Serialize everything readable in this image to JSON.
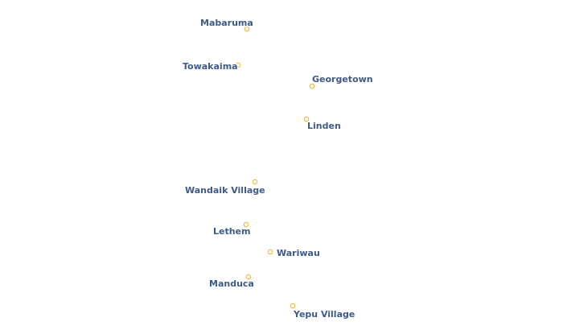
{
  "map": {
    "style": {
      "marker_color": "#f5c04a",
      "label_color": "#3d5a8a",
      "label_halo_color": "#ffffff",
      "background": "#ffffff"
    },
    "places": [
      {
        "id": "mabaruma",
        "name": "Mabaruma"
      },
      {
        "id": "towakaima",
        "name": "Towakaima"
      },
      {
        "id": "georgetown",
        "name": "Georgetown"
      },
      {
        "id": "linden",
        "name": "Linden"
      },
      {
        "id": "wandaik-village",
        "name": "Wandaik Village"
      },
      {
        "id": "lethem",
        "name": "Lethem"
      },
      {
        "id": "wariwau",
        "name": "Wariwau"
      },
      {
        "id": "manduca",
        "name": "Manduca"
      },
      {
        "id": "yepu-village",
        "name": "Yepu Village"
      }
    ]
  }
}
